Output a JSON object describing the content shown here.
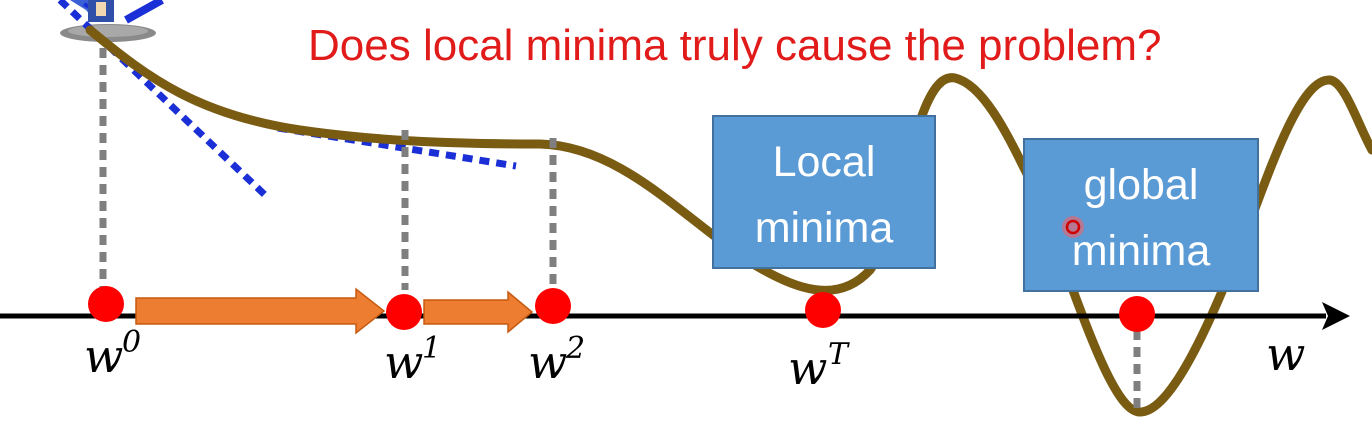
{
  "title": "Does local minima truly cause the problem?",
  "colors": {
    "title": "#e11a1a",
    "curve": "#7a5b12",
    "axis": "#000000",
    "dot": "#ff0000",
    "arrow": "#ed7d31",
    "tangent": "#1a2fd6",
    "dashed": "#7f7f7f",
    "box": "#5b9bd5",
    "box_text": "#ffffff"
  },
  "axis_label": "w",
  "points": [
    {
      "name": "w0",
      "base": "w",
      "sup": "0"
    },
    {
      "name": "w1",
      "base": "w",
      "sup": "1"
    },
    {
      "name": "w2",
      "base": "w",
      "sup": "2"
    },
    {
      "name": "wT",
      "base": "w",
      "sup": "T"
    }
  ],
  "boxes": {
    "local": {
      "line1": "Local",
      "line2": "minima"
    },
    "global": {
      "line1": "global",
      "line2": "minima"
    }
  },
  "icons": [
    "character-icon",
    "cursor-pointer-icon"
  ]
}
